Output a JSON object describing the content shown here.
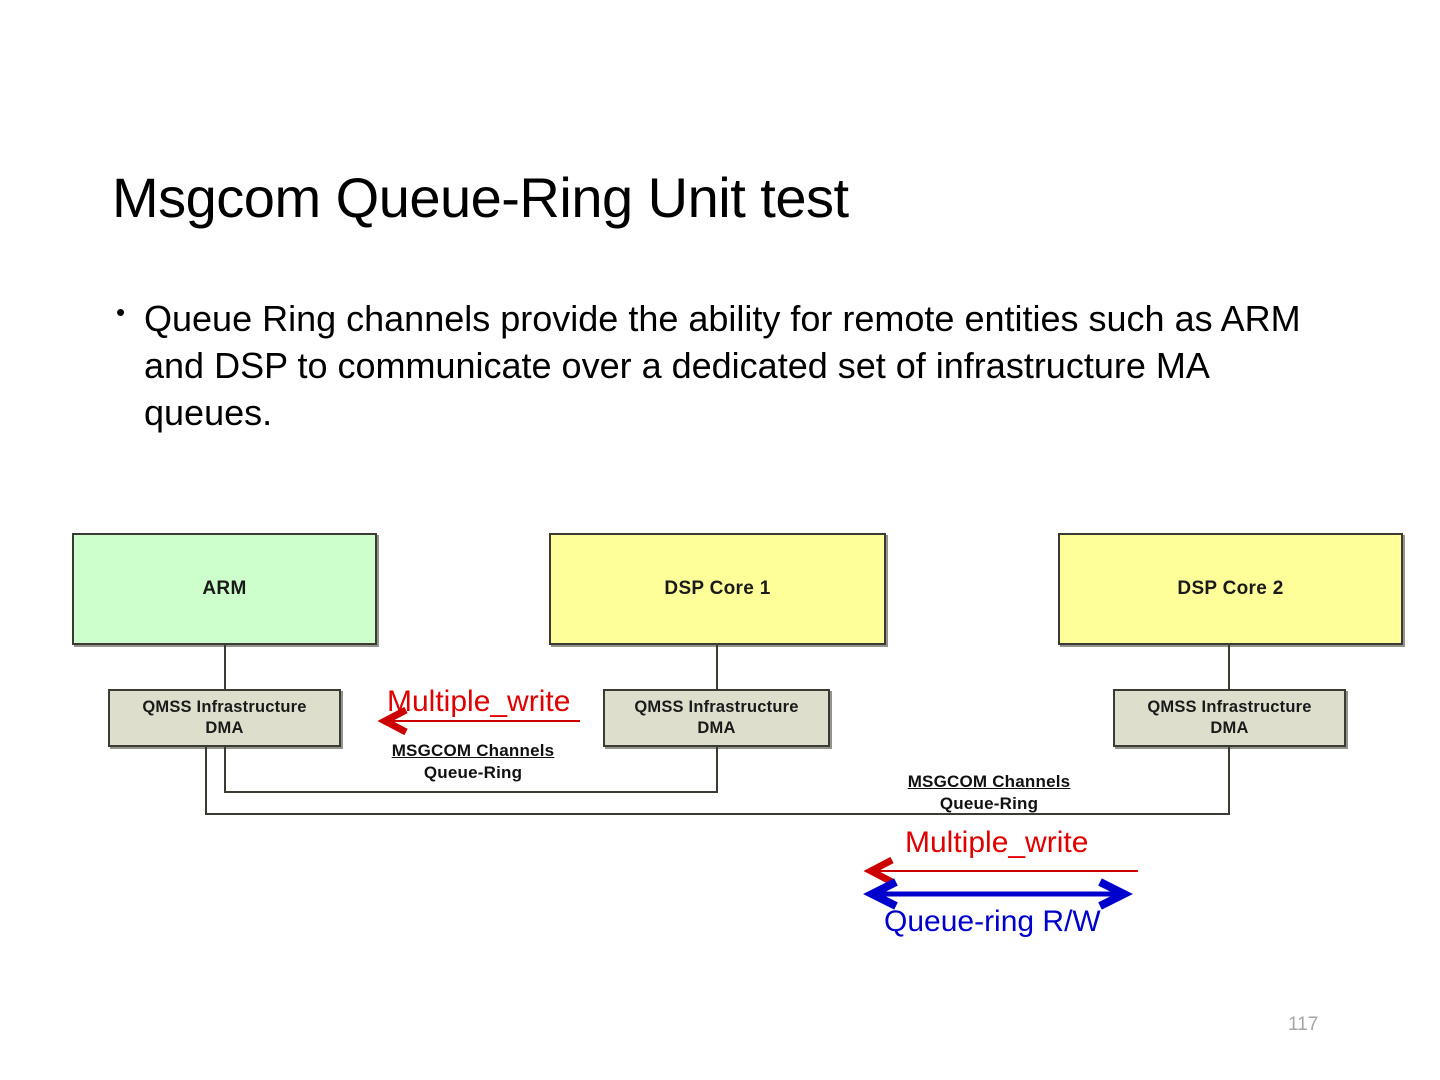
{
  "slide": {
    "title": "Msgcom Queue-Ring Unit test",
    "page_number": "117",
    "bullets": [
      "Queue Ring channels provide the ability for remote entities such as ARM and DSP to communicate over a dedicated set of infrastructure MA queues."
    ]
  },
  "diagram": {
    "units": [
      {
        "label": "ARM",
        "color": "#ccffcc"
      },
      {
        "label": "DSP Core 1",
        "color": "#ffff99"
      },
      {
        "label": "DSP Core 2",
        "color": "#ffff99"
      }
    ],
    "qmss": [
      {
        "line1": "QMSS Infrastructure",
        "line2": "DMA"
      },
      {
        "line1": "QMSS Infrastructure",
        "line2": "DMA"
      },
      {
        "line1": "QMSS Infrastructure",
        "line2": "DMA"
      }
    ],
    "channel_captions": [
      {
        "line1": "MSGCOM Channels",
        "line2": "Queue-Ring"
      },
      {
        "line1": "MSGCOM Channels",
        "line2": "Queue-Ring"
      }
    ],
    "annotations": [
      {
        "text": "Multiple_write",
        "color": "#e00000",
        "arrow": "left"
      },
      {
        "text": "Multiple_write",
        "color": "#e00000",
        "arrow": "left"
      },
      {
        "text": "Queue-ring R/W",
        "color": "#0000cc",
        "arrow": "both"
      }
    ]
  }
}
